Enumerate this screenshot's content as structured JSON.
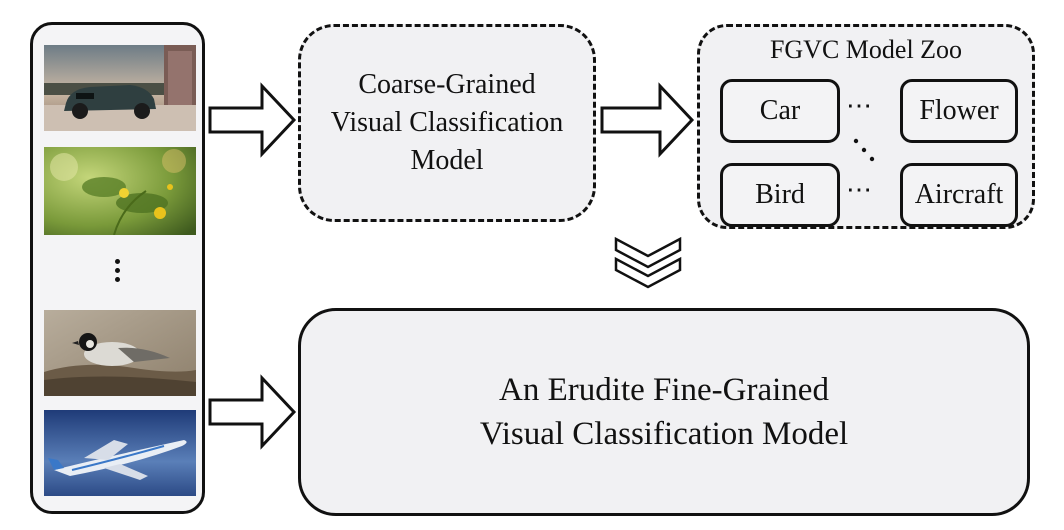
{
  "image_column": {
    "images": [
      {
        "name": "car-photo"
      },
      {
        "name": "flower-photo"
      },
      {
        "name": "bird-photo"
      },
      {
        "name": "aircraft-photo"
      }
    ]
  },
  "coarse_model": {
    "title": "Coarse-Grained\nVisual Classification\nModel"
  },
  "model_zoo": {
    "title": "FGVC Model Zoo",
    "items": [
      "Car",
      "Flower",
      "Bird",
      "Aircraft"
    ],
    "ellipsis": "⋯"
  },
  "fine_model": {
    "title": "An Erudite Fine-Grained\nVisual Classification Model"
  }
}
